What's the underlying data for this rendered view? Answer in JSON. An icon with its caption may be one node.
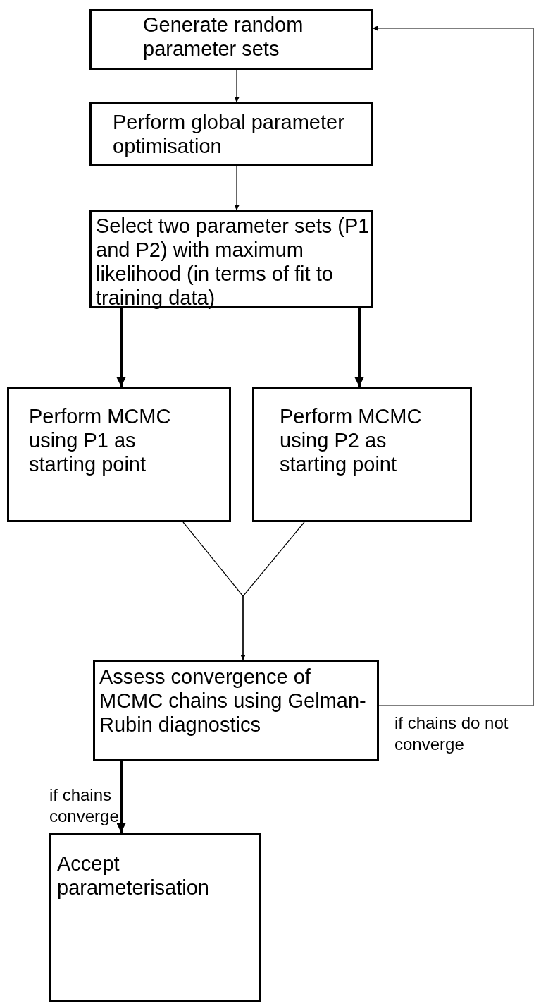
{
  "diagram": {
    "nodes": [
      {
        "text": [
          "Generate random parameter sets"
        ]
      },
      {
        "text": [
          "Perform global parameter optimisation"
        ]
      },
      {
        "text": [
          "Select two parameter sets (P1 and P2)  with maximum likelihood (in terms of fit to training data)"
        ]
      },
      {
        "text": [
          "Perform MCMC using P1 as starting point"
        ]
      },
      {
        "text": [
          "Perform MCMC using P2 as starting point"
        ]
      },
      {
        "text": [
          "Assess convergence of MCMC chains using Gelman-Rubin diagnostics"
        ]
      },
      {
        "text": [
          "Accept parameterisation"
        ]
      }
    ],
    "edges": [
      {
        "from": 0,
        "to": 1,
        "arrow": "to"
      },
      {
        "from": 1,
        "to": 2,
        "arrow": "to"
      },
      {
        "from": 2,
        "to": 3,
        "arrow": "to",
        "style": "thick"
      },
      {
        "from": 2,
        "to": 4,
        "arrow": "to",
        "style": "thick"
      },
      {
        "from": 3,
        "to": 5,
        "arrow": "to"
      },
      {
        "from": 4,
        "to": 5,
        "arrow": "to"
      },
      {
        "from": 5,
        "to": 0,
        "arrow": "to",
        "label": "if chains do not converge"
      },
      {
        "from": 5,
        "to": 6,
        "arrow": "to",
        "label": "if chains converge",
        "style": "thick"
      }
    ]
  }
}
